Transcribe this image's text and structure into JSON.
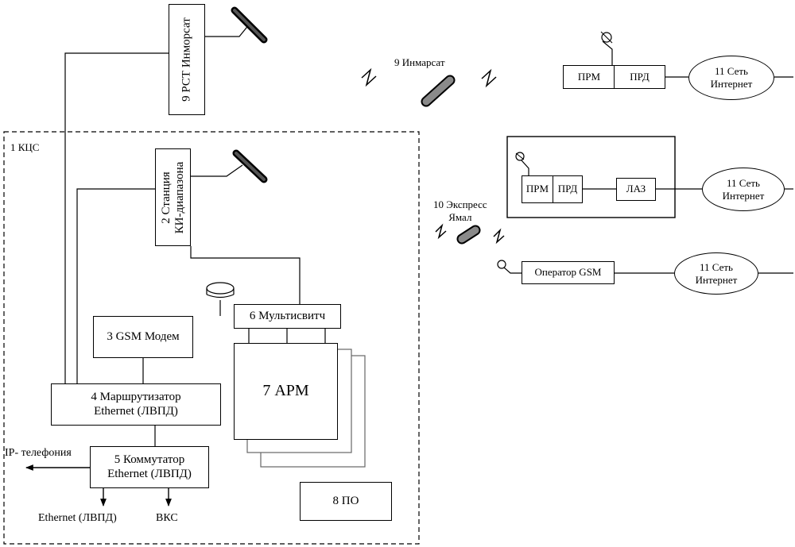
{
  "kcs": {
    "label": "1 КЦС"
  },
  "rst": {
    "label": "9 РСТ Инморсат"
  },
  "ki": {
    "line1": "2 Станция",
    "line2": "КИ-диапазона"
  },
  "gsm_modem": {
    "label": "3 GSM Модем"
  },
  "router": {
    "line1": "4 Маршрутизатор",
    "line2": "Ethernet (ЛВПД)"
  },
  "switch": {
    "line1": "5 Коммутатор",
    "line2": "Ethernet (ЛВПД)"
  },
  "multiswitch": {
    "label": "6 Мультисвитч"
  },
  "arm": {
    "label": "7 АРМ"
  },
  "po": {
    "label": "8 ПО"
  },
  "outputs": {
    "ip_phone": "IP- телефония",
    "ethernet": "Ethernet (ЛВПД)",
    "vks": "ВКС"
  },
  "inmarsat": {
    "label": "9 Инмарсат",
    "prm": "ПРМ",
    "prd": "ПРД",
    "net_line1": "11 Сеть",
    "net_line2": "Интернет"
  },
  "express": {
    "line1": "10 Экспресс",
    "line2": "Ямал",
    "prm": "ПРМ",
    "prd": "ПРД",
    "laz": "ЛАЗ",
    "net_line1": "11 Сеть",
    "net_line2": "Интернет"
  },
  "gsm_operator": {
    "label": "Оператор GSM",
    "net_line1": "11 Сеть",
    "net_line2": "Интернет"
  }
}
